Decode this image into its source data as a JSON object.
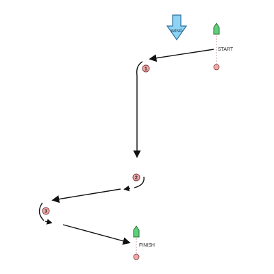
{
  "wind": {
    "label": "WIND",
    "fill_color": "#8fd3f4",
    "stroke_color": "#2f6f99"
  },
  "start": {
    "label": "START"
  },
  "finish": {
    "label": "FINISH"
  },
  "marks": [
    {
      "number": "1"
    },
    {
      "number": "2"
    },
    {
      "number": "3"
    }
  ],
  "colors": {
    "mark_fill": "#f0a8a8",
    "mark_stroke": "#7a3a3a",
    "committee_boat_fill": "#5fd07a",
    "committee_boat_stroke": "#2d6a3a",
    "course_line": "#111111",
    "line_dash": "#c08080"
  }
}
